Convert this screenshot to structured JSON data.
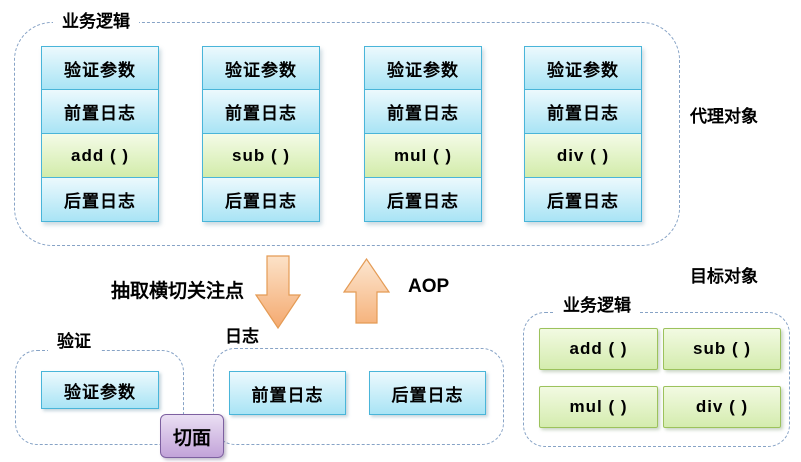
{
  "colors": {
    "blue_box_top": "#ecf9fd",
    "blue_box_bottom": "#a9e4f5",
    "blue_border": "#49b5d9",
    "green_box_top": "#f2fae2",
    "green_box_bottom": "#d4ecae",
    "green_border": "#9cc25c",
    "purple_box_top": "#eadff3",
    "purple_box_bottom": "#c2a3d9",
    "purple_border": "#7d60a0",
    "arrow_fill_top": "#fce2c8",
    "arrow_fill_bottom": "#f4a96f",
    "arrow_border": "#e49b55",
    "dashed_border": "#87a3c6"
  },
  "proxy": {
    "label": "业务逻辑",
    "side_label": "代理对象",
    "columns": [
      {
        "rows": [
          "验证参数",
          "前置日志",
          "add ( )",
          "后置日志"
        ]
      },
      {
        "rows": [
          "验证参数",
          "前置日志",
          "sub ( )",
          "后置日志"
        ]
      },
      {
        "rows": [
          "验证参数",
          "前置日志",
          "mul ( )",
          "后置日志"
        ]
      },
      {
        "rows": [
          "验证参数",
          "前置日志",
          "div ( )",
          "后置日志"
        ]
      }
    ]
  },
  "middle": {
    "extract_label": "抽取横切关注点",
    "aop_label": "AOP"
  },
  "validation": {
    "label": "验证",
    "box": "验证参数"
  },
  "logging": {
    "label": "日志",
    "boxes": [
      "前置日志",
      "后置日志"
    ]
  },
  "aspect": {
    "label": "切面"
  },
  "target": {
    "label": "业务逻辑",
    "side_label": "目标对象",
    "boxes": [
      "add ( )",
      "sub ( )",
      "mul ( )",
      "div ( )"
    ]
  }
}
